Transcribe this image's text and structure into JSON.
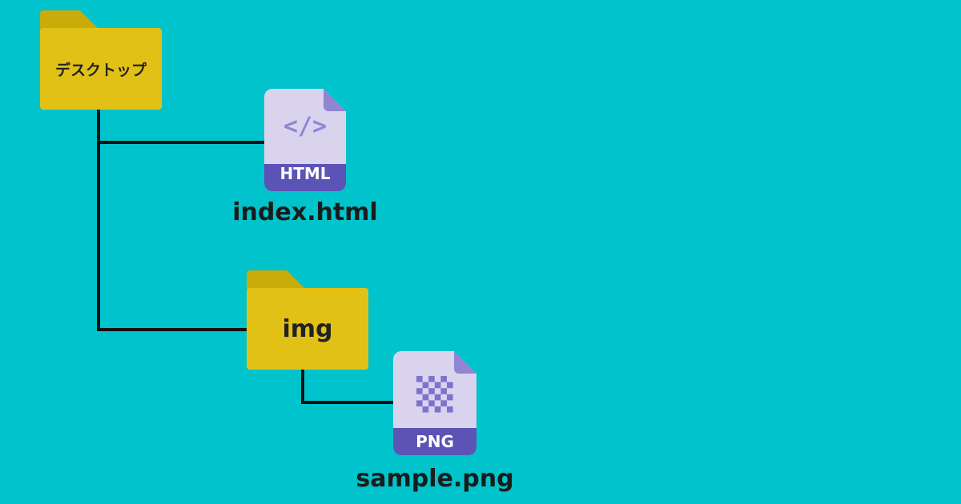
{
  "root_folder": {
    "label": "デスクトップ",
    "icon": "folder-icon"
  },
  "html_file": {
    "icon_text": "HTML",
    "icon_symbol": "</>",
    "name": "index.html",
    "icon": "html-file-icon"
  },
  "img_folder": {
    "label": "img",
    "icon": "folder-icon"
  },
  "png_file": {
    "icon_text": "PNG",
    "name": "sample.png",
    "icon": "png-file-icon"
  },
  "colors": {
    "background": "#00c3cb",
    "folder": "#e2c116",
    "folder_tab": "#c9ab0a",
    "file_page": "#d9d3ee",
    "file_band": "#5b53b6",
    "file_accent": "#8f86d3",
    "connector": "#111111"
  }
}
